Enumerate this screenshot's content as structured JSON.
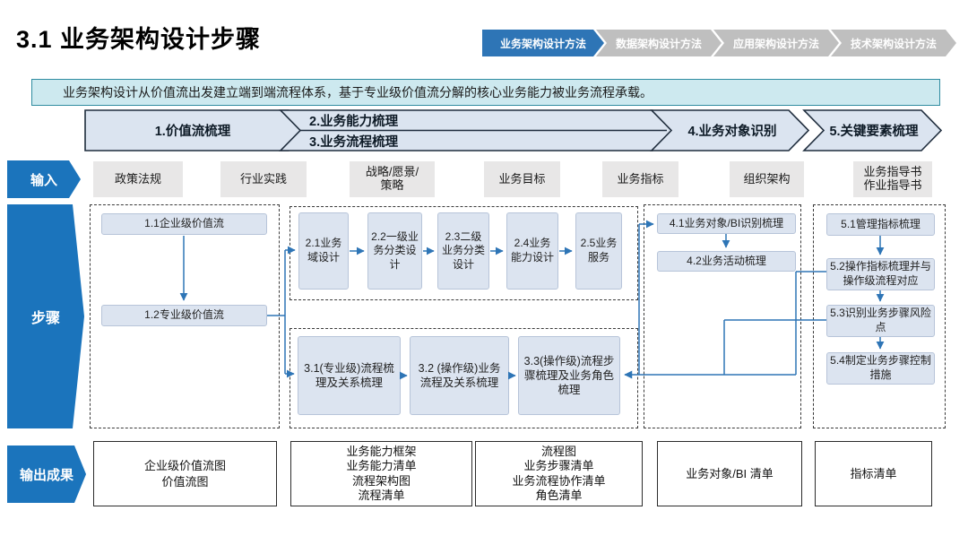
{
  "header": {
    "title": "3.1 业务架构设计步骤",
    "breadcrumbs": [
      {
        "label": "业务架构设计方法",
        "active": true
      },
      {
        "label": "数据架构设计方法",
        "active": false
      },
      {
        "label": "应用架构设计方法",
        "active": false
      },
      {
        "label": "技术架构设计方法",
        "active": false
      }
    ]
  },
  "banner": {
    "text": "业务架构设计从价值流出发建立端到端流程体系，基于专业级价值流分解的核心业务能力被业务流程承载。"
  },
  "phases": {
    "p1": "1.价值流梳理",
    "p2": "2.业务能力梳理",
    "p3": "3.业务流程梳理",
    "p4": "4.业务对象识别",
    "p5": "5.关键要素梳理"
  },
  "rows": {
    "input_label": "输入",
    "steps_label": "步骤",
    "output_label": "输出成果"
  },
  "inputs": {
    "i1": "政策法规",
    "i2": "行业实践",
    "i3": "战略/愿景/\n策略",
    "i4": "业务目标",
    "i5": "业务指标",
    "i6": "组织架构",
    "i7": "业务指导书\n作业指导书"
  },
  "steps": {
    "s11": "1.1企业级价值流",
    "s12": "1.2专业级价值流",
    "s21": "2.1业务域设计",
    "s22": "2.2一级业务分类设计",
    "s23": "2.3二级业务分类设计",
    "s24": "2.4业务能力设计",
    "s25": "2.5业务服务",
    "s31": "3.1(专业级)流程梳理及关系梳理",
    "s32": "3.2 (操作级)业务流程及关系梳理",
    "s33": "3.3(操作级)流程步骤梳理及业务角色梳理",
    "s41": "4.1业务对象/BI识别梳理",
    "s42": "4.2业务活动梳理",
    "s51": "5.1管理指标梳理",
    "s52": "5.2操作指标梳理并与操作级流程对应",
    "s53": "5.3识别业务步骤风险点",
    "s54": "5.4制定业务步骤控制措施"
  },
  "outputs": {
    "o1": "企业级价值流图\n价值流图",
    "o2": "业务能力框架\n业务能力清单\n流程架构图\n流程清单",
    "o3": "流程图\n业务步骤清单\n业务流程协作清单\n角色清单",
    "o4": "业务对象/BI 清单",
    "o5": "指标清单"
  },
  "colors": {
    "accent_blue": "#1b74bc",
    "line_blue": "#2e75b6",
    "crumb_active": "#2e75b6",
    "crumb_inactive": "#bfbfbf",
    "step_box_fill": "#dce4f0",
    "banner_bg": "#cde9ef",
    "banner_border": "#2f8ca0",
    "input_box_fill": "#e8e7e7"
  }
}
